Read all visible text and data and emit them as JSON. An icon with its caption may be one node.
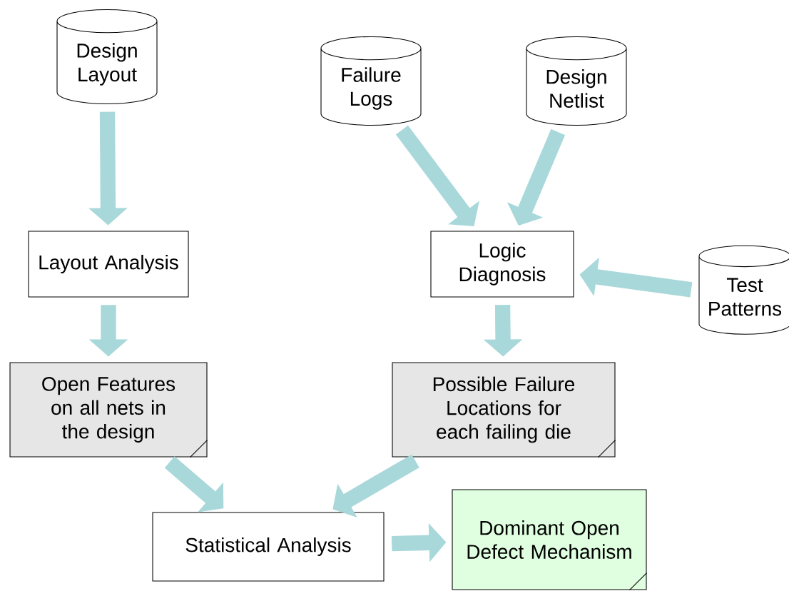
{
  "diagram": {
    "nodes": [
      {
        "text": [
          "Design Layout"
        ]
      },
      {
        "text": [
          "Failure Logs"
        ]
      },
      {
        "text": [
          "Design Netlist"
        ]
      },
      {
        "text": [
          "Test Patterns"
        ]
      },
      {
        "text": [
          "Layout Analysis"
        ]
      },
      {
        "text": [
          "Logic Diagnosis"
        ]
      },
      {
        "text": [
          "Open Features on all nets in the design"
        ]
      },
      {
        "text": [
          "Possible Failure Locations for each failing die"
        ]
      },
      {
        "text": [
          "Statistical Analysis"
        ]
      },
      {
        "text": [
          "Dominant Open Defect Mechanism"
        ]
      }
    ],
    "edges": [
      {
        "from": 0,
        "to": 4,
        "arrow": "to"
      },
      {
        "from": 4,
        "to": 6,
        "arrow": "to"
      },
      {
        "from": 1,
        "to": 5,
        "arrow": "to"
      },
      {
        "from": 2,
        "to": 5,
        "arrow": "to"
      },
      {
        "from": 3,
        "to": 5,
        "arrow": "to"
      },
      {
        "from": 5,
        "to": 7,
        "arrow": "to"
      },
      {
        "from": 6,
        "to": 8,
        "arrow": "to"
      },
      {
        "from": 7,
        "to": 8,
        "arrow": "to"
      },
      {
        "from": 8,
        "to": 9,
        "arrow": "to"
      }
    ]
  }
}
